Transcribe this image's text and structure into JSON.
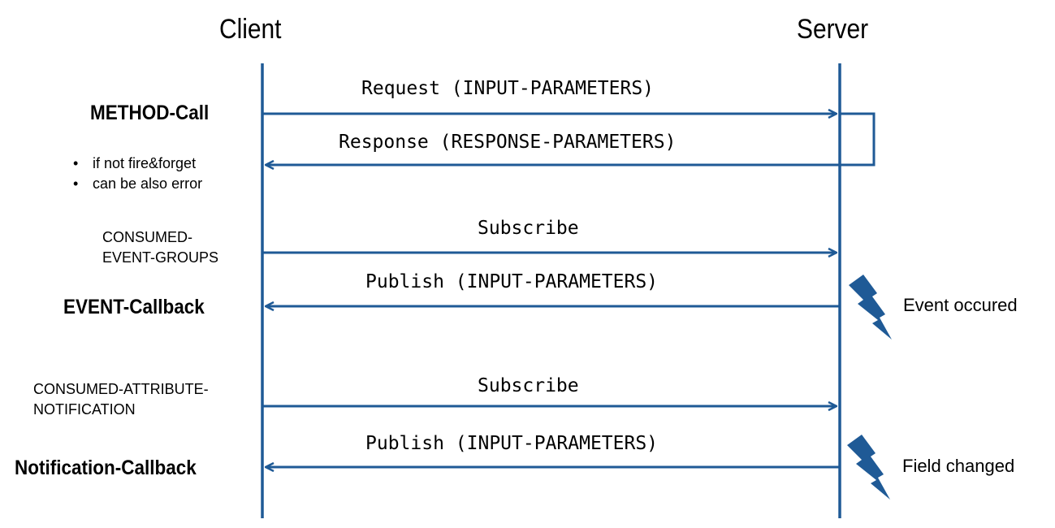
{
  "actors": {
    "client": "Client",
    "server": "Server"
  },
  "sections": {
    "method_call": "METHOD-Call",
    "event_callback": "EVENT-Callback",
    "notification_callback": "Notification-Callback"
  },
  "bullets": [
    "if not fire&forget",
    "can be also error"
  ],
  "notes": {
    "consumed_event_groups": [
      "CONSUMED-",
      "EVENT-GROUPS"
    ],
    "consumed_attribute_notification": [
      "CONSUMED-ATTRIBUTE-",
      "NOTIFICATION"
    ]
  },
  "messages": {
    "request": "Request (INPUT-PARAMETERS)",
    "response": "Response (RESPONSE-PARAMETERS)",
    "subscribe_event": "Subscribe",
    "publish_event": "Publish (INPUT-PARAMETERS)",
    "subscribe_field": "Subscribe",
    "publish_field": "Publish (INPUT-PARAMETERS)"
  },
  "triggers": {
    "event": "Event occured",
    "field": "Field changed"
  },
  "colors": {
    "line": "#1f5a96",
    "lightning": "#1f5a96"
  },
  "icons": {
    "trigger": "lightning-bolt-icon"
  }
}
